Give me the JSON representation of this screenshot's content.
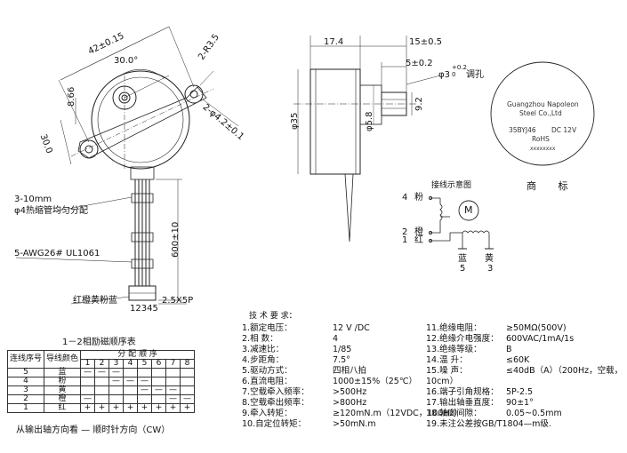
{
  "front_view": {
    "dim_width": "42±0.15",
    "dim_angle": "30.0°",
    "dim_radius": "2-R3.5",
    "dim_holes": "2-φ4.2±0.1",
    "dim_866": "8.66",
    "dim_30": "30.0",
    "note_wire_len": "3-10mm",
    "note_heatshrink": "φ4热缩管均匀分配",
    "note_wire": "5-AWG26# UL1061",
    "dim_lead": "600±10",
    "colors_label": "红橙黄粉蓝",
    "pins_label": "12345",
    "connector": "2.5X5P"
  },
  "side_view": {
    "dim_174": "17.4",
    "dim_15": "15±0.5",
    "dim_5": "5±0.2",
    "dim_shaft": "φ3",
    "tol_shaft": "+0.2",
    "tol_shaft2": "0",
    "note_flat": "调孔",
    "dim_35": "φ35",
    "dim_92": "9.2",
    "dim_58": "φ5.8"
  },
  "brand_label": {
    "line1": "Guangzhou Napoleon",
    "line2": "Steel Co.,Ltd",
    "model": "35BYJ46",
    "voltage": "DC 12V",
    "rohs": "RoHS",
    "serial": "xxxxxxxx",
    "caption": "商       标"
  },
  "wiring": {
    "title": "接线示意图",
    "w4": "4",
    "w4c": "粉",
    "w2": "2",
    "w2c": "橙",
    "w1": "1",
    "w1c": "红",
    "w5c": "蓝",
    "w5": "5",
    "w3c": "黄",
    "w3": "3",
    "motor": "M"
  },
  "sequence": {
    "title": "1－2相励磁顺序表",
    "h_seq": "连线序号",
    "h_color": "导线颜色",
    "h_dist": "分  配  顺  序",
    "steps": [
      "1",
      "2",
      "3",
      "4",
      "5",
      "6",
      "7",
      "8"
    ],
    "rows": [
      {
        "no": "5",
        "color": "蓝",
        "cells": [
          "—",
          "—",
          "—",
          "",
          "",
          "",
          "",
          ""
        ]
      },
      {
        "no": "4",
        "color": "粉",
        "cells": [
          "",
          "",
          "—",
          "—",
          "—",
          "",
          "",
          ""
        ]
      },
      {
        "no": "3",
        "color": "黄",
        "cells": [
          "",
          "",
          "",
          "",
          "—",
          "—",
          "—",
          ""
        ]
      },
      {
        "no": "2",
        "color": "橙",
        "cells": [
          "—",
          "",
          "",
          "",
          "",
          "",
          "—",
          "—"
        ]
      },
      {
        "no": "1",
        "color": "红",
        "cells": [
          "+",
          "+",
          "+",
          "+",
          "+",
          "+",
          "+",
          "+"
        ]
      }
    ],
    "direction": "从输出轴方向看  —  顺时针方向（CW）"
  },
  "requirements": {
    "title": "技  术  要  求：",
    "left": [
      {
        "k": "1.额定电压：",
        "v": "12  V  /DC"
      },
      {
        "k": "2.相    数：",
        "v": "4"
      },
      {
        "k": "3.减速比：",
        "v": "1/85"
      },
      {
        "k": "4.步距角：",
        "v": "7.5°"
      },
      {
        "k": "5.驱动方式：",
        "v": "四相八拍"
      },
      {
        "k": "6.直流电阻：",
        "v": "1000±15%（25℃）"
      },
      {
        "k": "7.空载牵入频率：",
        "v": ">500Hz"
      },
      {
        "k": "8.空载牵出频率：",
        "v": ">800Hz"
      },
      {
        "k": "9.牵入转矩：",
        "v": "≥120mN.m（12VDC，100Hz）"
      },
      {
        "k": "10.自定位转矩：",
        "v": ">50mN.m"
      }
    ],
    "right": [
      {
        "k": "11.绝缘电阻：",
        "v": "≥50MΩ(500V)"
      },
      {
        "k": "12.绝缘介电强度：",
        "v": "600VAC/1mA/1s"
      },
      {
        "k": "13.绝缘等级：",
        "v": "B"
      },
      {
        "k": "14.温    升：",
        "v": "≤60K"
      },
      {
        "k": "15.噪    声：",
        "v": "≤40dB（A）（200Hz，空载，"
      },
      {
        "k": "",
        "v": "10cm）"
      },
      {
        "k": "16.端子引角规格：",
        "v": "5P-2.5"
      },
      {
        "k": "17.输出轴垂直度：",
        "v": "90±1°"
      },
      {
        "k": "18.轴向间隙：",
        "v": "0.05~0.5mm"
      },
      {
        "k": "19.未注公差按GB/T1804—m级.",
        "v": ""
      }
    ]
  }
}
